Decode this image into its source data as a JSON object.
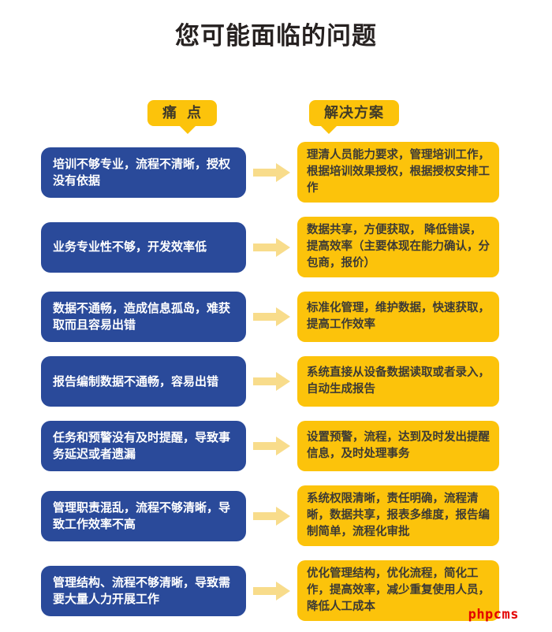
{
  "title": "您可能面临的问题",
  "headers": {
    "pain": "痛  点",
    "solution": "解决方案"
  },
  "rows": [
    {
      "pain": "培训不够专业，流程不清晰，授权没有依据",
      "solution": "理清人员能力要求，管理培训工作，根据培训效果授权，根据授权安排工作"
    },
    {
      "pain": "业务专业性不够，开发效率低",
      "solution": "数据共享，方便获取， 降低错误，提高效率（主要体现在能力确认，分包商，报价）"
    },
    {
      "pain": "数据不通畅，造成信息孤岛，难获取而且容易出错",
      "solution": "标准化管理，维护数据，快速获取，提高工作效率"
    },
    {
      "pain": "报告编制数据不通畅，容易出错",
      "solution": "系统直接从设备数据读取或者录入，自动生成报告"
    },
    {
      "pain": "任务和预警没有及时提醒，导致事务延迟或者遗漏",
      "solution": "设置预警，流程，达到及时发出提醒信息，及时处理事务"
    },
    {
      "pain": "管理职责混乱，流程不够清晰，导致工作效率不高",
      "solution": "系统权限清晰，责任明确，流程清晰，数据共享，报表多维度，报告编制简单，流程化审批"
    },
    {
      "pain": "管理结构、流程不够清晰，导致需要大量人力开展工作",
      "solution": "优化管理结构，优化流程，简化工作，提高效率，减少重复使用人员，降低人工成本"
    }
  ],
  "footer": {
    "logo": "phpcms"
  },
  "icons": {
    "row_arrow": "right-arrow-icon",
    "badge_tail": "down-pointer"
  },
  "colors": {
    "pain_box": "#2A4A9A",
    "solution_box": "#FCC30B",
    "badge": "#FCC30B",
    "arrow": "#F8DC8B",
    "title_text": "#262120",
    "pain_text": "#ffffff",
    "solution_text": "#3c3a35",
    "logo_text": "#e30000",
    "background": "#ffffff"
  }
}
